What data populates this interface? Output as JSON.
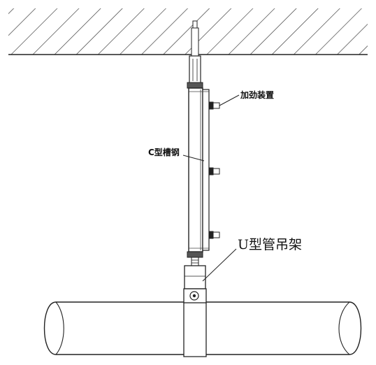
{
  "labels": {
    "reinforcement": "加劲装置",
    "c_channel": "C型槽钢",
    "u_hanger": "U型管吊架"
  }
}
